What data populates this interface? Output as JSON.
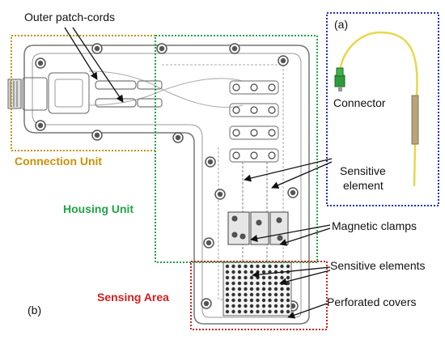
{
  "labels": {
    "outer_patch_cords": "Outer patch-cords",
    "connection_unit": "Connection Unit",
    "housing_unit": "Housing Unit",
    "sensing_area": "Sensing Area",
    "panel_b": "(b)",
    "panel_a": "(a)",
    "connector": "Connector",
    "sensitive_element_line1": "Sensitive",
    "sensitive_element_line2": "element",
    "magnetic_clamps": "Magnetic clamps",
    "sensitive_elements": "Sensitive elements",
    "perforated_covers": "Perforated covers"
  },
  "colors": {
    "connection_unit": "#c8920a",
    "housing_unit": "#22a34a",
    "sensing_area": "#d21f1f",
    "panel_a_frame": "#1f2fc8",
    "fiber": "#e6d84a",
    "connector_green": "#2f9a3a"
  }
}
